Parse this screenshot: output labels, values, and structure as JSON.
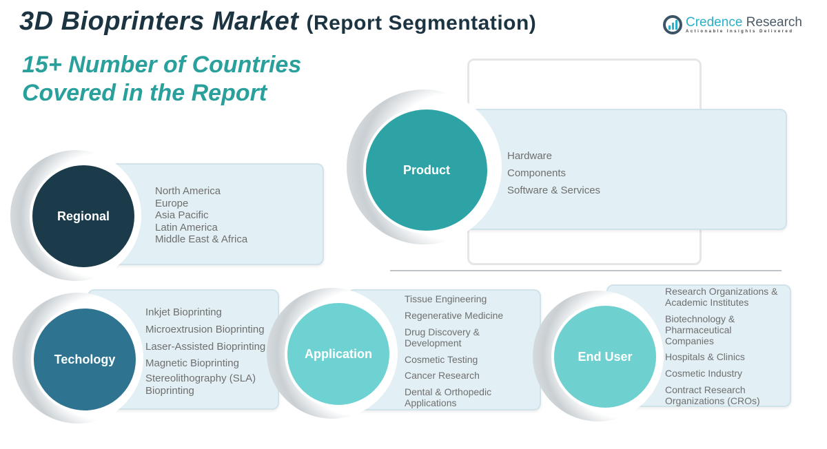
{
  "header": {
    "title": "3D Bioprinters Market",
    "subtitle": "(Report Segmentation)",
    "countries_line1": "15+ Number of Countries",
    "countries_line2": "Covered in the Report"
  },
  "logo": {
    "name_part1": "Credence",
    "name_part2": "Research",
    "tagline": "Actionable Insights Delivered"
  },
  "segments": {
    "product": {
      "label": "Product",
      "color": "#2ea3a5",
      "items": [
        "Hardware",
        "Components",
        "Software & Services"
      ]
    },
    "regional": {
      "label": "Regional",
      "color": "#1b3b4a",
      "items": [
        "North America",
        "Europe",
        "Asia Pacific",
        "Latin America",
        "Middle East & Africa"
      ]
    },
    "technology": {
      "label": "Techology",
      "color": "#2e7390",
      "items": [
        "Inkjet Bioprinting",
        "Microextrusion Bioprinting",
        "Laser-Assisted Bioprinting",
        "Magnetic Bioprinting",
        "Stereolithography (SLA) Bioprinting"
      ]
    },
    "application": {
      "label": "Application",
      "color": "#6fd2d2",
      "items": [
        "Tissue Engineering",
        "Regenerative Medicine",
        "Drug Discovery & Development",
        "Cosmetic Testing",
        "Cancer Research",
        "Dental & Orthopedic Applications"
      ]
    },
    "end_user": {
      "label": "End User",
      "color": "#6fd0d0",
      "items": [
        "Research Organizations & Academic Institutes",
        "Biotechnology & Pharmaceutical Companies",
        "Hospitals & Clinics",
        "Cosmetic Industry",
        "Contract Research Organizations (CROs)"
      ]
    }
  }
}
